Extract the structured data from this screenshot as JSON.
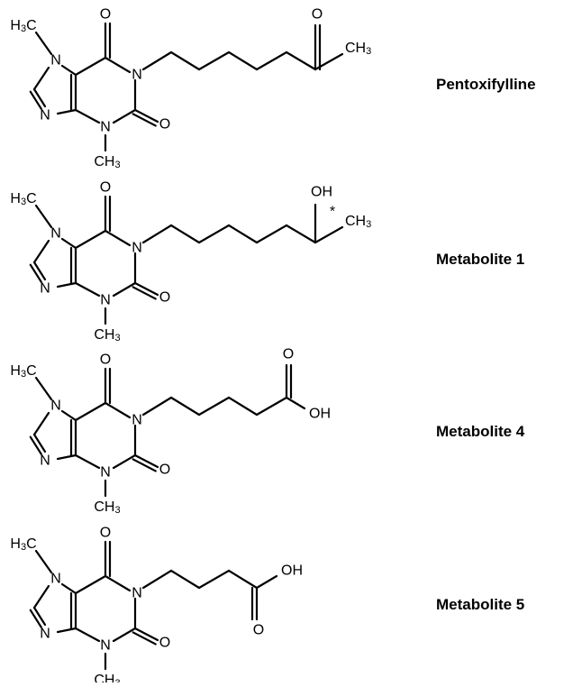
{
  "atoms": {
    "nitrogen": "N",
    "oxygen": "O",
    "methyl_h3c": "H3C",
    "methyl_ch3": "CH3",
    "hydroxyl": "OH",
    "stereo_mark": "*"
  },
  "compounds": [
    {
      "name": "Pentoxifylline",
      "side_chain": "5-oxohexyl"
    },
    {
      "name": "Metabolite 1",
      "side_chain": "5-hydroxyhexyl"
    },
    {
      "name": "Metabolite 4",
      "side_chain": "4-carboxybutyl"
    },
    {
      "name": "Metabolite 5",
      "side_chain": "3-carboxypropyl"
    }
  ]
}
